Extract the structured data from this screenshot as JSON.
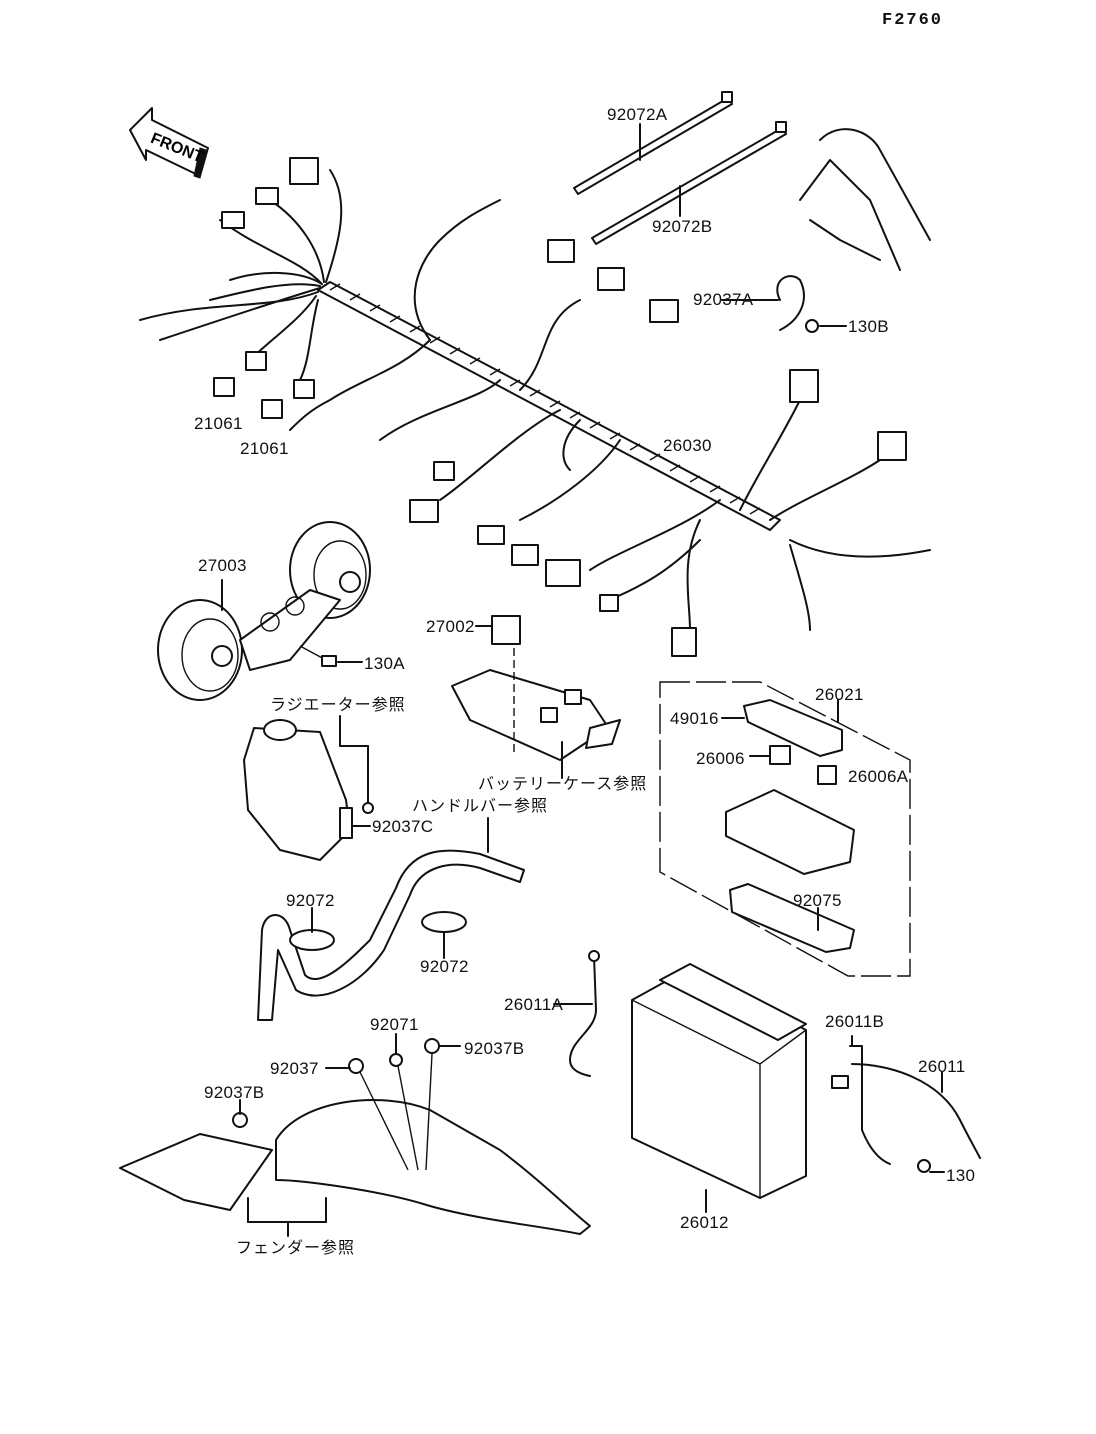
{
  "figure_code": "F2760",
  "front_arrow": {
    "label": "FRONT",
    "icon": "front-arrow-icon"
  },
  "parts": [
    {
      "id": "92072A",
      "name": "cable-tie-long"
    },
    {
      "id": "92072B",
      "name": "cable-tie-long-b"
    },
    {
      "id": "92037A",
      "name": "clamp-a"
    },
    {
      "id": "130B",
      "name": "bolt-130b"
    },
    {
      "id": "21061",
      "name": "relay-1"
    },
    {
      "id": "21061",
      "name": "relay-2"
    },
    {
      "id": "26030",
      "name": "main-wiring-harness"
    },
    {
      "id": "27003",
      "name": "horn-assembly"
    },
    {
      "id": "130A",
      "name": "bolt-130a"
    },
    {
      "id": "27002",
      "name": "horn-relay"
    },
    {
      "id": "26021",
      "name": "fuse-box-assembly"
    },
    {
      "id": "49016",
      "name": "fuse-box-cover"
    },
    {
      "id": "26006",
      "name": "fuse"
    },
    {
      "id": "26006A",
      "name": "fuse-a"
    },
    {
      "id": "92037C",
      "name": "clamp-c"
    },
    {
      "id": "92072",
      "name": "band-1"
    },
    {
      "id": "92072",
      "name": "band-2"
    },
    {
      "id": "92075",
      "name": "fuse-box-pad"
    },
    {
      "id": "26011A",
      "name": "battery-lead-a"
    },
    {
      "id": "26011B",
      "name": "battery-lead-b"
    },
    {
      "id": "26011",
      "name": "battery-lead"
    },
    {
      "id": "130",
      "name": "bolt-130"
    },
    {
      "id": "92071",
      "name": "grommet"
    },
    {
      "id": "92037B",
      "name": "clamp-b-right"
    },
    {
      "id": "92037",
      "name": "clamp"
    },
    {
      "id": "92037B",
      "name": "clamp-b-left"
    },
    {
      "id": "26012",
      "name": "battery"
    }
  ],
  "references": {
    "radiator": "ラジエーター参照",
    "battery_case": "バッテリーケース参照",
    "handlebar": "ハンドルバー参照",
    "fender": "フェンダー参照"
  }
}
